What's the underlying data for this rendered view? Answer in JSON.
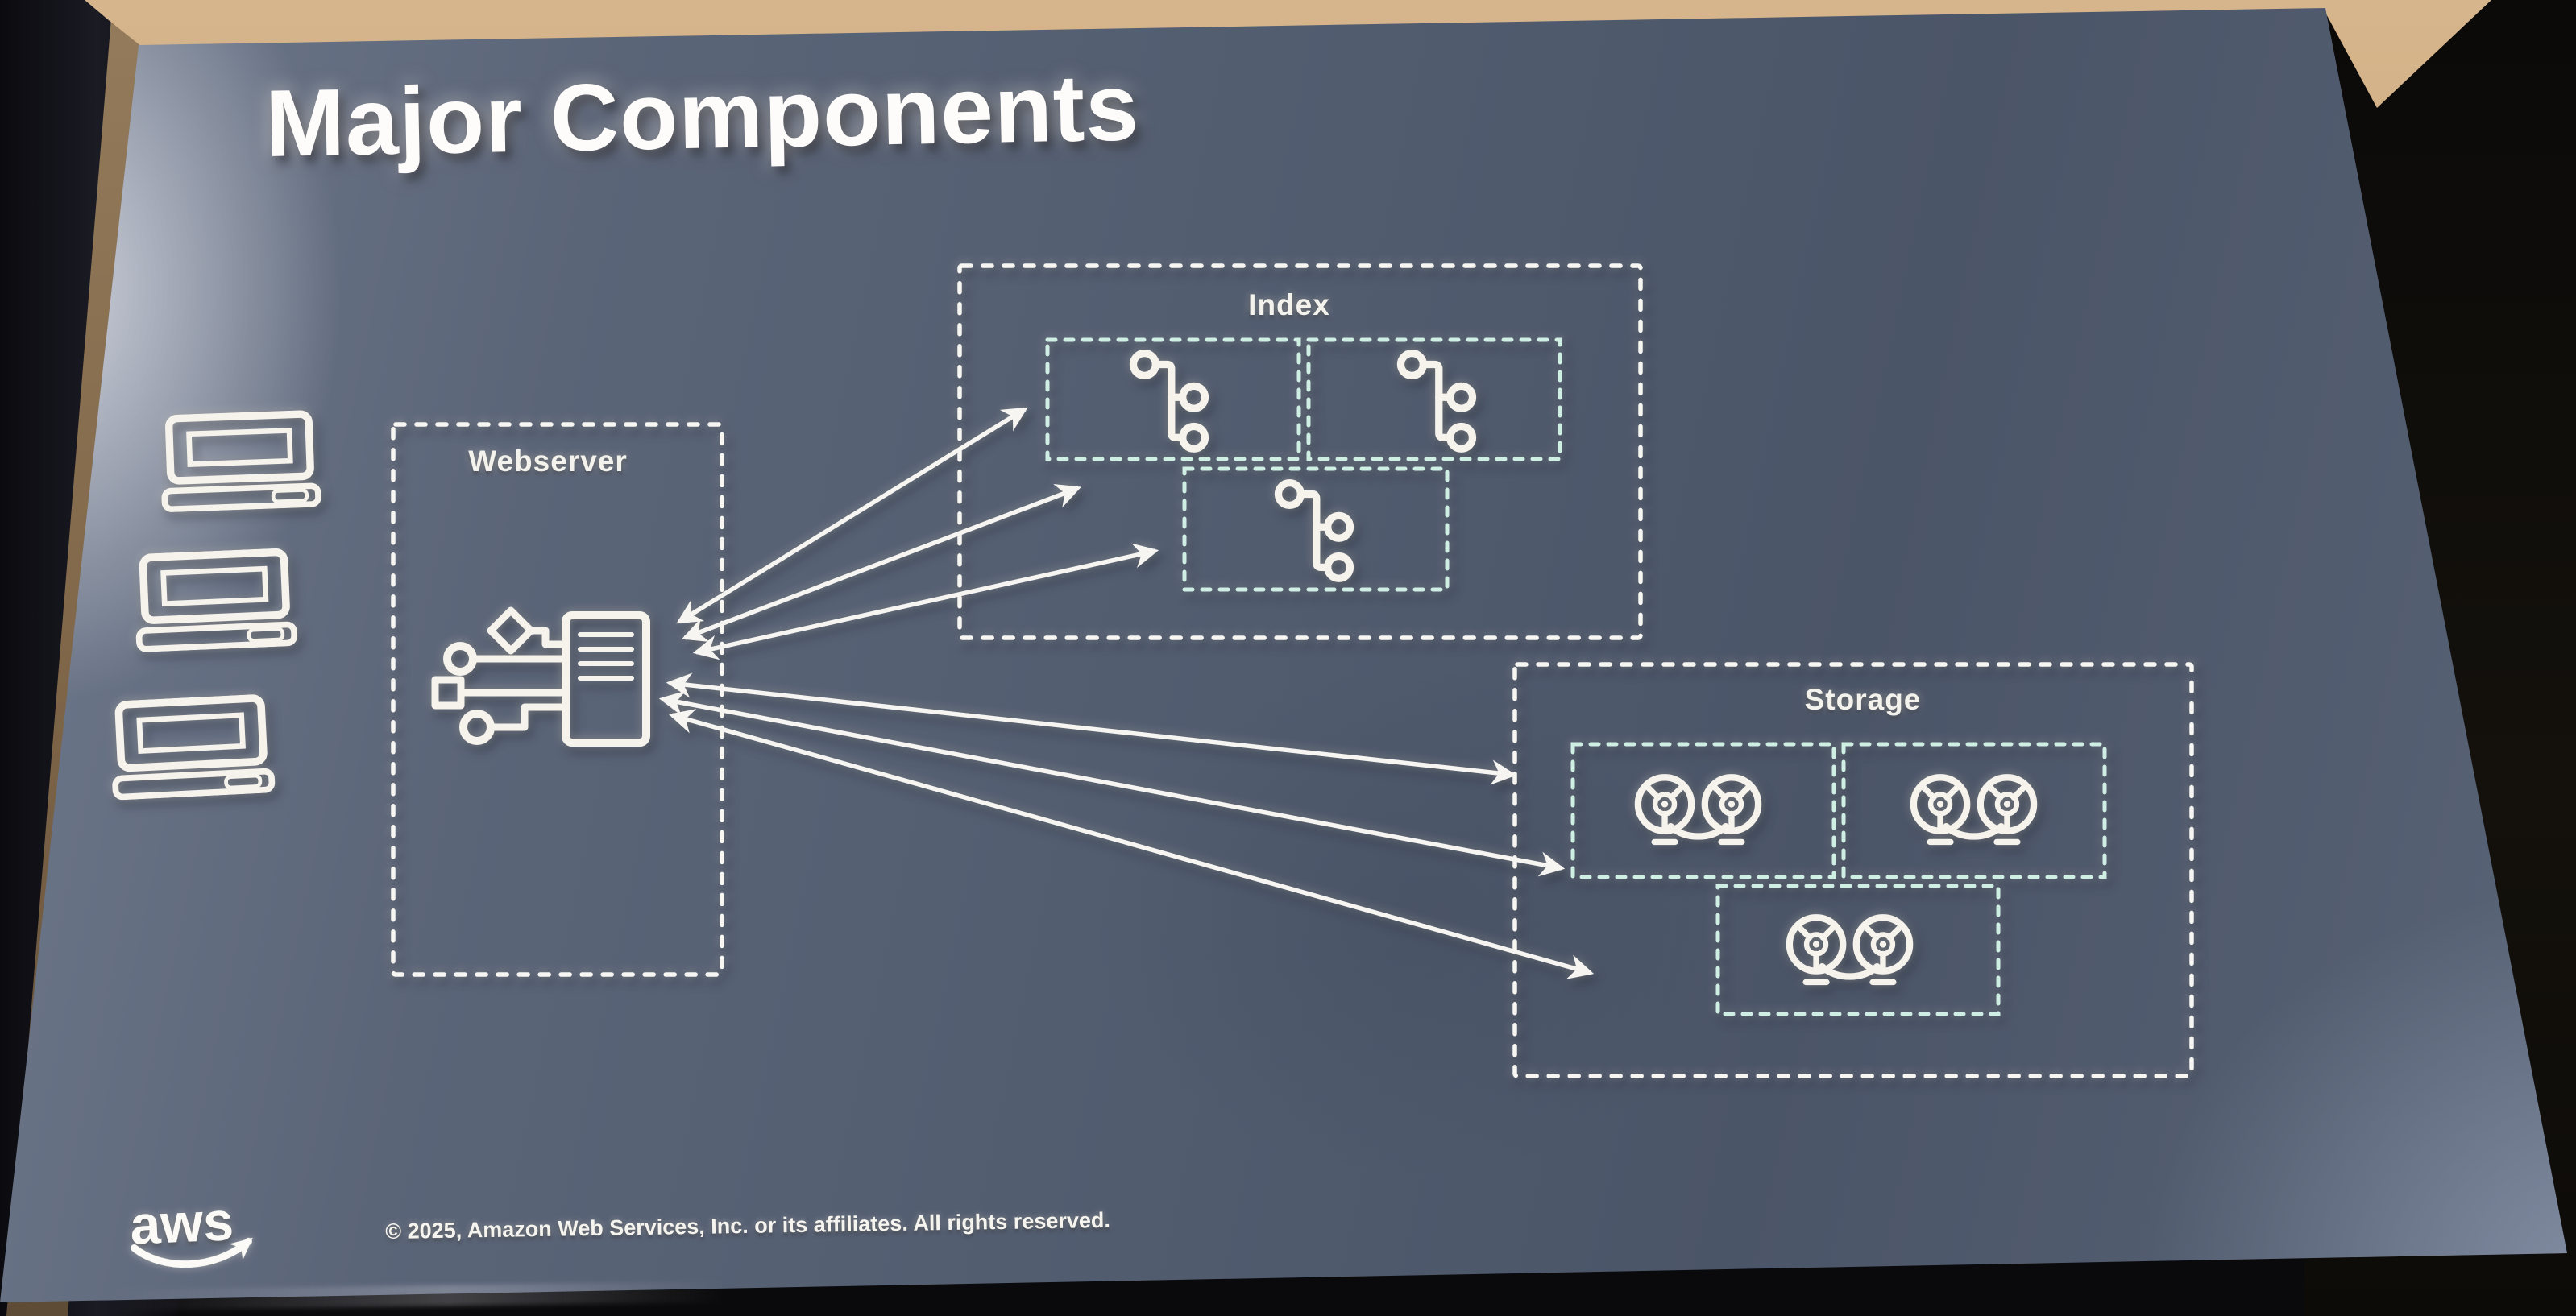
{
  "slide": {
    "title": "Major Components",
    "components": {
      "clients": {
        "icon": "desktop-computer-icon",
        "count": 3
      },
      "webserver": {
        "label": "Webserver",
        "icon": "server-with-connections-icon"
      },
      "index": {
        "label": "Index",
        "icon": "branch-nodes-icon",
        "replica_count": 3
      },
      "storage": {
        "label": "Storage",
        "icon": "tape-reels-icon",
        "replica_count": 3
      },
      "connections": [
        {
          "from": "webserver",
          "to": "index",
          "count": 3,
          "style": "double-headed-arrow"
        },
        {
          "from": "webserver",
          "to": "storage",
          "count": 3,
          "style": "double-headed-arrow"
        }
      ]
    },
    "footer": {
      "logo_text": "aws",
      "copyright": "© 2025, Amazon Web Services, Inc. or its affiliates. All rights reserved."
    },
    "colors": {
      "slide_background": "#525d70",
      "outer_box_dash": "#f7f6f2",
      "inner_box_dash": "#cfeee4",
      "icon_stroke": "#f6f3ec",
      "arrow": "#f6f5f1",
      "title_text": "#fdfcfa",
      "room_dark": "#0a0a0c",
      "ceiling_beige": "#c7a478",
      "bezel_tan": "#83694b"
    }
  }
}
